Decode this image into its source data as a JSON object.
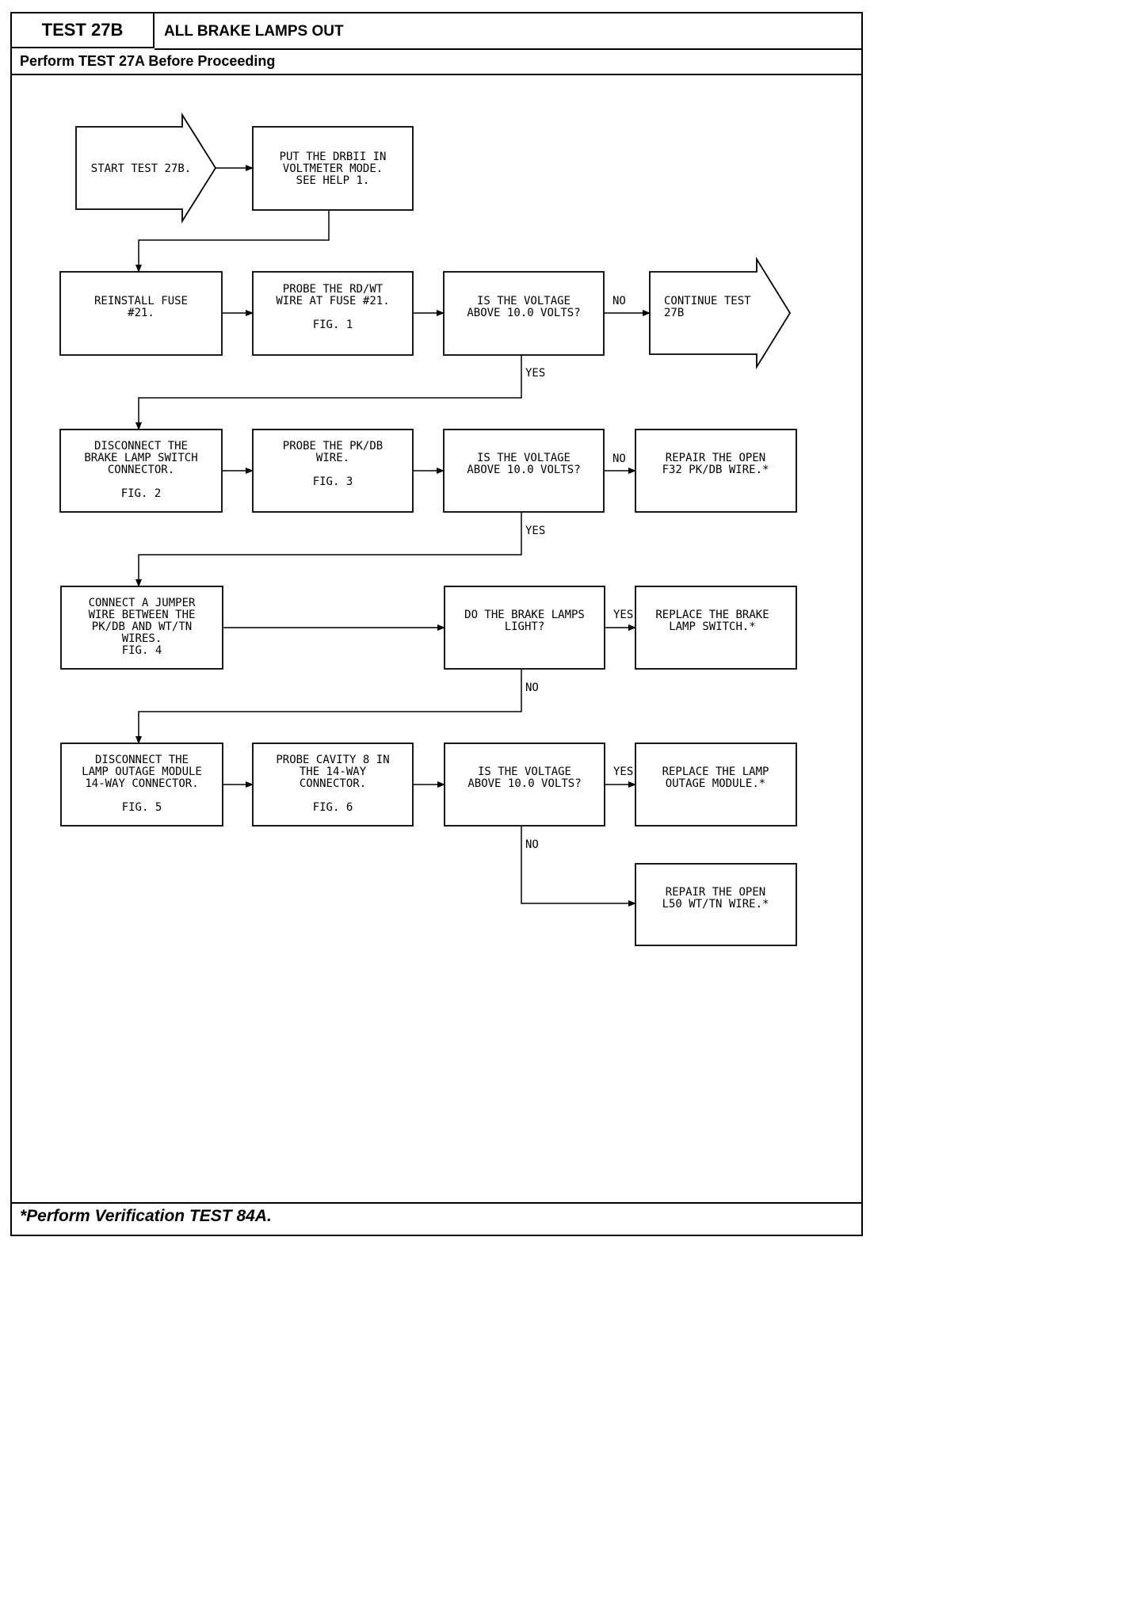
{
  "header": {
    "test_id": "TEST 27B",
    "title": "ALL BRAKE LAMPS OUT",
    "subtitle": "Perform TEST 27A Before Proceeding"
  },
  "footer": {
    "note": "*Perform Verification TEST 84A."
  },
  "flow": {
    "start": [
      "START TEST 27B."
    ],
    "drb_voltmeter": [
      "PUT THE DRBII IN",
      "VOLTMETER MODE.",
      "SEE HELP 1."
    ],
    "reinstall_fuse": [
      "REINSTALL FUSE",
      "#21."
    ],
    "probe_rdwt": [
      "PROBE THE RD/WT",
      "WIRE AT FUSE #21.",
      "",
      "FIG. 1"
    ],
    "decision1": [
      "IS THE VOLTAGE",
      "ABOVE 10.0 VOLTS?"
    ],
    "continue": [
      "CONTINUE TEST",
      "27B"
    ],
    "disconnect_switch": [
      "DISCONNECT THE",
      "BRAKE LAMP SWITCH",
      "CONNECTOR.",
      "",
      "FIG. 2"
    ],
    "probe_pkdb": [
      "PROBE THE PK/DB",
      "WIRE.",
      "",
      "FIG. 3"
    ],
    "decision2": [
      "IS THE VOLTAGE",
      "ABOVE 10.0 VOLTS?"
    ],
    "repair_f32": [
      "REPAIR THE OPEN",
      "F32 PK/DB WIRE.*"
    ],
    "jumper": [
      "CONNECT A JUMPER",
      "WIRE BETWEEN THE",
      "PK/DB AND WT/TN",
      "WIRES.",
      "FIG. 4"
    ],
    "decision3": [
      "DO THE BRAKE LAMPS",
      "LIGHT?"
    ],
    "replace_switch": [
      "REPLACE THE BRAKE",
      "LAMP SWITCH.*"
    ],
    "disconnect_module": [
      "DISCONNECT THE",
      "LAMP OUTAGE MODULE",
      "14-WAY CONNECTOR.",
      "",
      "FIG. 5"
    ],
    "probe_cavity": [
      "PROBE CAVITY 8 IN",
      "THE 14-WAY",
      "CONNECTOR.",
      "",
      "FIG. 6"
    ],
    "decision4": [
      "IS THE VOLTAGE",
      "ABOVE 10.0 VOLTS?"
    ],
    "replace_module": [
      "REPLACE THE LAMP",
      "OUTAGE MODULE.*"
    ],
    "repair_l50": [
      "REPAIR THE OPEN",
      "L50 WT/TN WIRE.*"
    ]
  },
  "labels": {
    "yes": "YES",
    "no": "NO"
  }
}
